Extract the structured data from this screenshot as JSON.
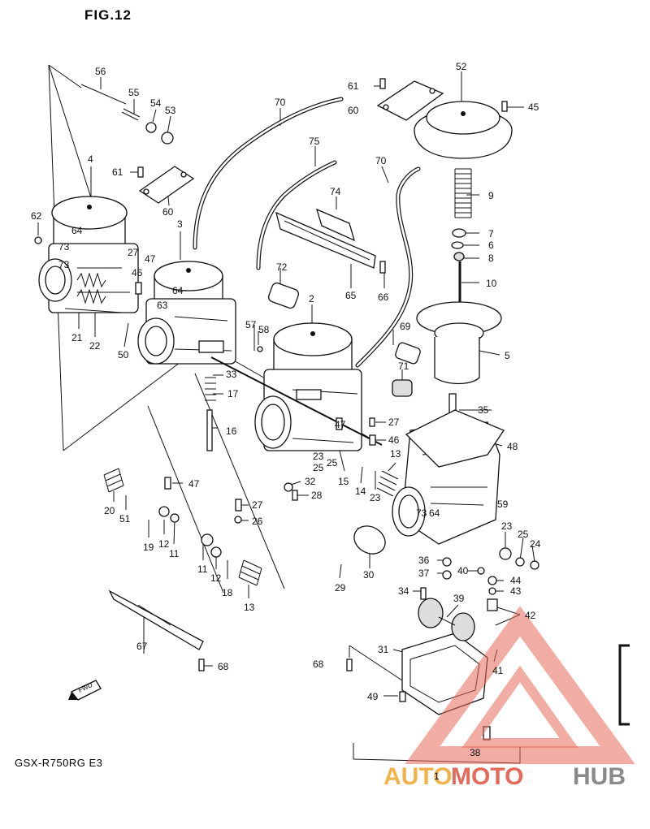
{
  "figure": {
    "title": "FIG.12",
    "model": "GSX-R750RG E3",
    "fwd_label": "FWD"
  },
  "callouts": {
    "p1": "1",
    "p2": "2",
    "p3": "3",
    "p4": "4",
    "p5": "5",
    "p6": "6",
    "p7": "7",
    "p8": "8",
    "p9": "9",
    "p10": "10",
    "p11a": "11",
    "p11b": "11",
    "p12a": "12",
    "p12b": "12",
    "p13a": "13",
    "p13b": "13",
    "p14": "14",
    "p15": "15",
    "p16": "16",
    "p17": "17",
    "p18": "18",
    "p19": "19",
    "p20": "20",
    "p21": "21",
    "p22": "22",
    "p23a": "23",
    "p23b": "23",
    "p23c": "23",
    "p24": "24",
    "p25a": "25",
    "p25b": "25",
    "p26": "26",
    "p27a": "27",
    "p27b": "27",
    "p27c": "27",
    "p28": "28",
    "p29": "29",
    "p30": "30",
    "p31": "31",
    "p32": "32",
    "p33": "33",
    "p34": "34",
    "p35": "35",
    "p36": "36",
    "p37": "37",
    "p38": "38",
    "p39": "39",
    "p40": "40",
    "p41": "41",
    "p42": "42",
    "p43": "43",
    "p44": "44",
    "p45": "45",
    "p46a": "46",
    "p46b": "46",
    "p47a": "47",
    "p47b": "47",
    "p47c": "47",
    "p48": "48",
    "p49": "49",
    "p50": "50",
    "p51": "51",
    "p52": "52",
    "p53": "53",
    "p54": "54",
    "p55": "55",
    "p56": "56",
    "p57": "57",
    "p58": "58",
    "p59": "59",
    "p60a": "60",
    "p60b": "60",
    "p61a": "61",
    "p61b": "61",
    "p62": "62",
    "p63": "63",
    "p64a": "64",
    "p64b": "64",
    "p64c": "64",
    "p65": "65",
    "p66": "66",
    "p67": "67",
    "p68a": "68",
    "p68b": "68",
    "p69": "69",
    "p70a": "70",
    "p70b": "70",
    "p71": "71",
    "p72": "72",
    "p73a": "73",
    "p73b": "73",
    "p74": "74",
    "p75": "75"
  },
  "watermark": {
    "part1": "AUTO",
    "part2": "MOTO",
    "part3": "HUB",
    "colors": {
      "auto": "#f2b24a",
      "moto": "#e66a5a",
      "hub": "#8a8a8a"
    }
  }
}
